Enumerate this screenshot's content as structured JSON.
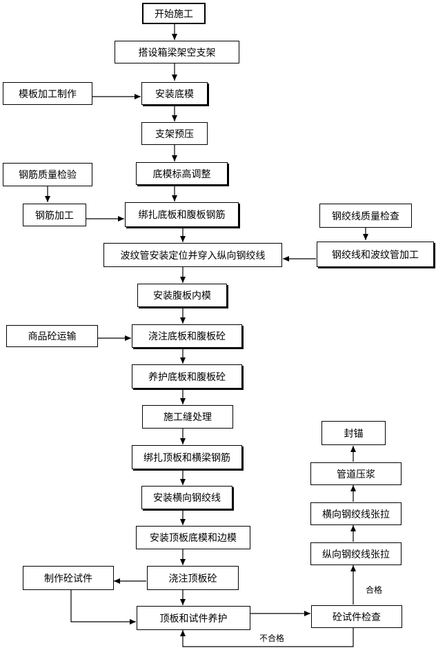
{
  "nodes": {
    "start": "开始施工",
    "support": "搭设箱梁架空支架",
    "formwork_make": "模板加工制作",
    "install_bottom": "安装底模",
    "preload": "支架预压",
    "rebar_check": "钢筋质量检验",
    "bottom_adjust": "底模标高调整",
    "rebar_process": "钢筋加工",
    "bind_rebar": "绑扎底板和腹板钢筋",
    "strand_check": "钢绞线质量检查",
    "duct_install": "波纹管安装定位并穿入纵向钢绞线",
    "strand_process": "钢绞线和波纹管加工",
    "inner_form": "安装腹板内模",
    "concrete_transport": "商品砼运输",
    "pour_bottom": "浇注底板和腹板砼",
    "cure_bottom": "养护底板和腹板砼",
    "joint": "施工缝处理",
    "bind_top": "绑扎顶板和横梁钢筋",
    "trans_strand": "安装横向钢绞线",
    "top_form": "安装顶板底模和边模",
    "pour_top": "浇注顶板砼",
    "specimen_make": "制作砼试件",
    "cure_top": "顶板和试件养护",
    "specimen_check": "砼试件检查",
    "long_tension": "纵向钢绞线张拉",
    "trans_tension": "横向钢绞线张拉",
    "grouting": "管道压浆",
    "anchor_seal": "封锚"
  },
  "edges": {
    "pass_label": "合格",
    "fail_label": "不合格"
  }
}
